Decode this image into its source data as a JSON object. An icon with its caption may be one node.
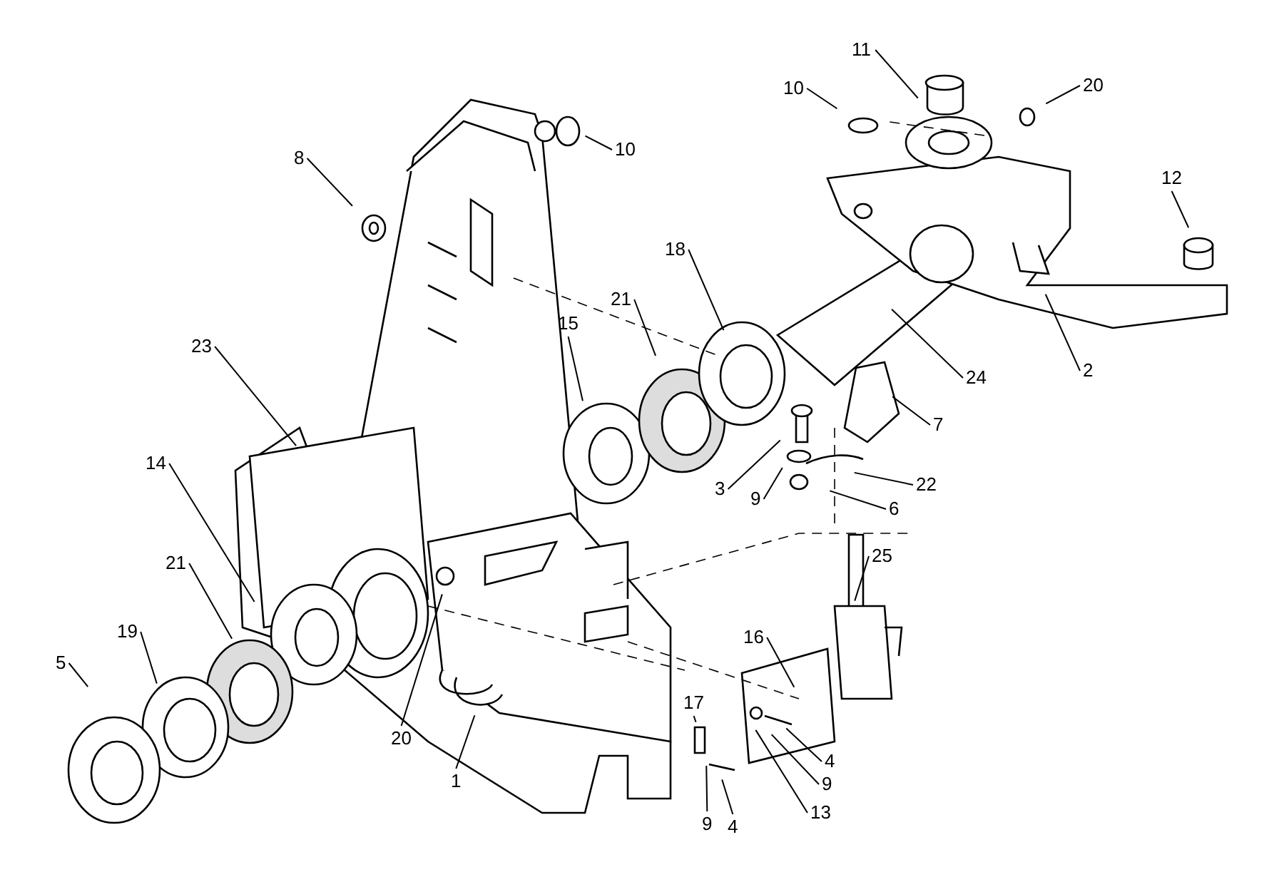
{
  "diagram": {
    "nodes": [
      {
        "text": [
          "11"
        ]
      },
      {
        "text": [
          "10"
        ]
      },
      {
        "text": [
          "20"
        ]
      },
      {
        "text": [
          "8"
        ]
      },
      {
        "text": [
          "10"
        ]
      },
      {
        "text": [
          "12"
        ]
      },
      {
        "text": [
          "18"
        ]
      },
      {
        "text": [
          "21"
        ]
      },
      {
        "text": [
          "15"
        ]
      },
      {
        "text": [
          "23"
        ]
      },
      {
        "text": [
          "24"
        ]
      },
      {
        "text": [
          "2"
        ]
      },
      {
        "text": [
          "7"
        ]
      },
      {
        "text": [
          "3"
        ]
      },
      {
        "text": [
          "22"
        ]
      },
      {
        "text": [
          "9"
        ]
      },
      {
        "text": [
          "6"
        ]
      },
      {
        "text": [
          "14"
        ]
      },
      {
        "text": [
          "25"
        ]
      },
      {
        "text": [
          "21"
        ]
      },
      {
        "text": [
          "19"
        ]
      },
      {
        "text": [
          "16"
        ]
      },
      {
        "text": [
          "5"
        ]
      },
      {
        "text": [
          "17"
        ]
      },
      {
        "text": [
          "4"
        ]
      },
      {
        "text": [
          "20"
        ]
      },
      {
        "text": [
          "9"
        ]
      },
      {
        "text": [
          "1"
        ]
      },
      {
        "text": [
          "13"
        ]
      },
      {
        "text": [
          "9"
        ]
      },
      {
        "text": [
          "4"
        ]
      }
    ],
    "edges": [
      {
        "from": 0,
        "to": null,
        "arrow": "none"
      },
      {
        "from": 1,
        "to": null,
        "arrow": "none"
      },
      {
        "from": 2,
        "to": null,
        "arrow": "none"
      },
      {
        "from": 3,
        "to": null,
        "arrow": "none"
      },
      {
        "from": 4,
        "to": null,
        "arrow": "none"
      },
      {
        "from": 5,
        "to": null,
        "arrow": "none"
      },
      {
        "from": 6,
        "to": null,
        "arrow": "none"
      },
      {
        "from": 7,
        "to": null,
        "arrow": "none"
      },
      {
        "from": 8,
        "to": null,
        "arrow": "none"
      },
      {
        "from": 9,
        "to": null,
        "arrow": "none"
      },
      {
        "from": 10,
        "to": null,
        "arrow": "none"
      },
      {
        "from": 11,
        "to": null,
        "arrow": "none"
      },
      {
        "from": 12,
        "to": null,
        "arrow": "none"
      },
      {
        "from": 13,
        "to": null,
        "arrow": "none"
      },
      {
        "from": 14,
        "to": null,
        "arrow": "none"
      },
      {
        "from": 15,
        "to": null,
        "arrow": "none"
      },
      {
        "from": 16,
        "to": null,
        "arrow": "none"
      },
      {
        "from": 17,
        "to": null,
        "arrow": "none"
      },
      {
        "from": 18,
        "to": null,
        "arrow": "none"
      },
      {
        "from": 19,
        "to": null,
        "arrow": "none"
      },
      {
        "from": 20,
        "to": null,
        "arrow": "none"
      },
      {
        "from": 21,
        "to": null,
        "arrow": "none"
      },
      {
        "from": 22,
        "to": null,
        "arrow": "none"
      },
      {
        "from": 23,
        "to": null,
        "arrow": "none"
      },
      {
        "from": 24,
        "to": null,
        "arrow": "none"
      },
      {
        "from": 25,
        "to": null,
        "arrow": "none"
      },
      {
        "from": 26,
        "to": null,
        "arrow": "none"
      },
      {
        "from": 27,
        "to": null,
        "arrow": "none"
      },
      {
        "from": 28,
        "to": null,
        "arrow": "none"
      },
      {
        "from": 29,
        "to": null,
        "arrow": "none"
      },
      {
        "from": 30,
        "to": null,
        "arrow": "none"
      }
    ]
  }
}
